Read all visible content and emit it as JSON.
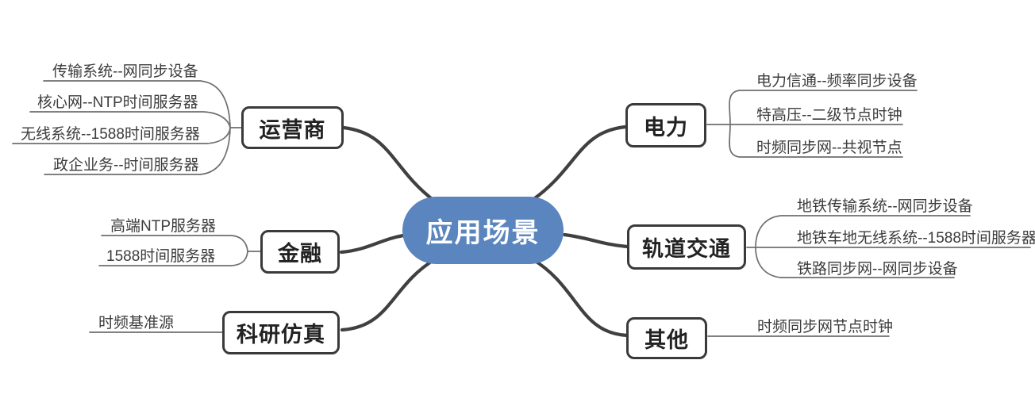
{
  "center": {
    "label": "应用场景"
  },
  "colors": {
    "center_fill": "#5b85bf",
    "center_text": "#ffffff",
    "branch_border": "#3a3a3a",
    "branch_text": "#222222",
    "thick_connector": "#404040",
    "leaf_connector": "#6e6e6e",
    "leaf_text": "#3c3c3c",
    "background": "#ffffff"
  },
  "branches": [
    {
      "label": "运营商",
      "side": "left",
      "leaves": [
        "传输系统--网同步设备",
        "核心网--NTP时间服务器",
        "无线系统--1588时间服务器",
        "政企业务--时间服务器"
      ]
    },
    {
      "label": "金融",
      "side": "left",
      "leaves": [
        "高端NTP服务器",
        "1588时间服务器"
      ]
    },
    {
      "label": "科研仿真",
      "side": "left",
      "leaves": [
        "时频基准源"
      ]
    },
    {
      "label": "电力",
      "side": "right",
      "leaves": [
        "电力信通--频率同步设备",
        "特高压--二级节点时钟",
        "时频同步网--共视节点"
      ]
    },
    {
      "label": "轨道交通",
      "side": "right",
      "leaves": [
        "地铁传输系统--网同步设备",
        "地铁车地无线系统--1588时间服务器",
        "铁路同步网--网同步设备"
      ]
    },
    {
      "label": "其他",
      "side": "right",
      "leaves": [
        "时频同步网节点时钟"
      ]
    }
  ]
}
